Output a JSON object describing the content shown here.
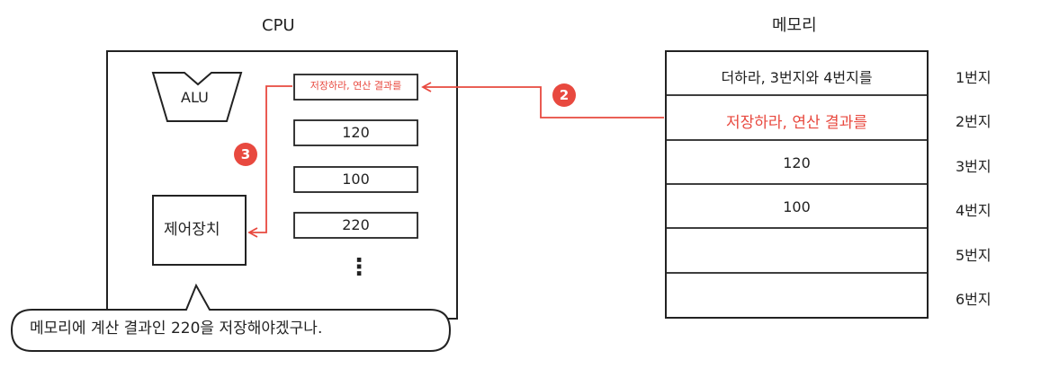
{
  "cpu": {
    "title": "CPU",
    "alu_label": "ALU",
    "control_unit_label": "제어장치",
    "registers": [
      "저장하라, 연산 결과를",
      "120",
      "100",
      "220"
    ],
    "more_glyph": "⋮"
  },
  "memory": {
    "title": "메모리",
    "cells": [
      {
        "content": "더하라, 3번지와 4번지를",
        "address": "1번지"
      },
      {
        "content": "저장하라, 연산 결과를",
        "address": "2번지"
      },
      {
        "content": "120",
        "address": "3번지"
      },
      {
        "content": "100",
        "address": "4번지"
      },
      {
        "content": "",
        "address": "5번지"
      },
      {
        "content": "",
        "address": "6번지"
      }
    ]
  },
  "steps": {
    "fetch": "2",
    "decode": "3"
  },
  "speech_bubble": "메모리에 계산 결과인 220을 저장해야겠구나.",
  "colors": {
    "accent": "#e8493f",
    "stroke": "#222222"
  }
}
